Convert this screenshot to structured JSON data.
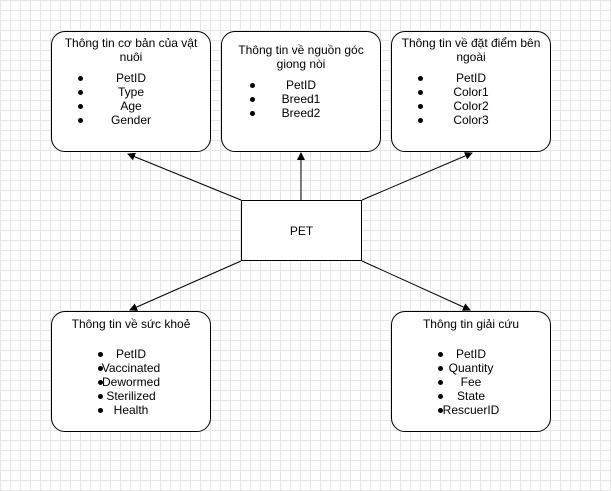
{
  "center": {
    "label": "PET"
  },
  "boxes": {
    "basic": {
      "title": "Thông tin cơ bản của vật nuôi",
      "items": [
        "PetID",
        "Type",
        "Age",
        "Gender"
      ]
    },
    "origin": {
      "title": "Thông tin về nguồn góc giong nòi",
      "items": [
        "PetID",
        "Breed1",
        "Breed2"
      ]
    },
    "appearance": {
      "title": "Thông tin về đặt điểm bên ngoài",
      "items": [
        "PetID",
        "Color1",
        "Color2",
        "Color3"
      ]
    },
    "health": {
      "title": "Thông tin về sức khoẻ",
      "items": [
        "PetID",
        "Vaccinated",
        "Dewormed",
        "Sterilized",
        "Health"
      ]
    },
    "rescue": {
      "title": "Thông tin giải cứu",
      "items": [
        "PetID",
        "Quantity",
        "Fee",
        "State",
        "RescuerID"
      ]
    }
  }
}
